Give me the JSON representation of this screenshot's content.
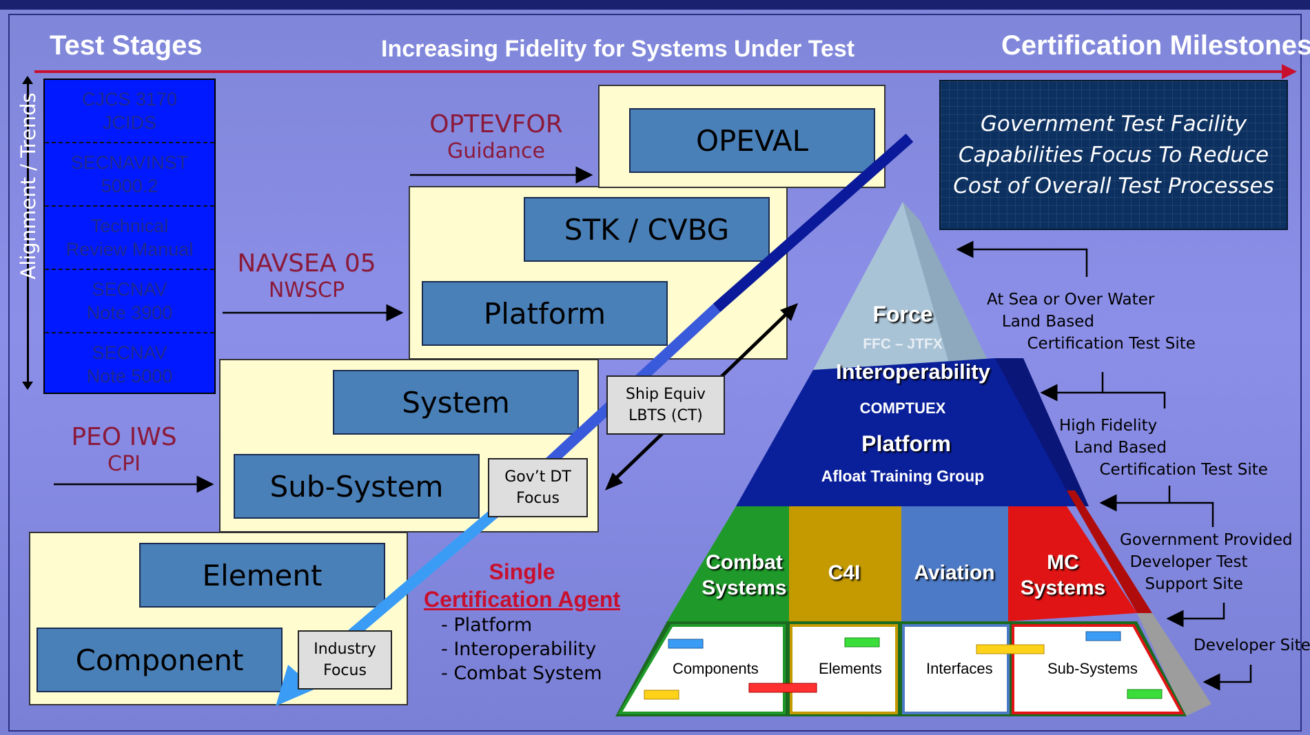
{
  "header": {
    "left": "Test Stages",
    "center": "Increasing Fidelity for Systems Under Test",
    "right": "Certification Milestones"
  },
  "side_label": "Alignment / Trends",
  "documents": [
    "CJCS 3170\nJCIDS",
    "SECNAVINST\n5000.2",
    "Technical\nReview Manual",
    "SECNAV\nNote 3900",
    "SECNAV\nNote 5000"
  ],
  "authorities": {
    "optevfor": {
      "line1": "OPTEVFOR",
      "line2": "Guidance"
    },
    "navsea": {
      "line1": "NAVSEA 05",
      "line2": "NWSCP"
    },
    "peo": {
      "line1": "PEO IWS",
      "line2": "CPI"
    }
  },
  "stages": {
    "opeval": "OPEVAL",
    "stk": "STK / CVBG",
    "platform": "Platform",
    "system": "System",
    "subsystem": "Sub-System",
    "element": "Element",
    "component": "Component"
  },
  "focus": {
    "ship": "Ship Equiv\nLBTS (CT)",
    "govdt": "Gov’t DT\nFocus",
    "industry": "Industry\nFocus"
  },
  "gtf_text": "Government Test Facility\nCapabilities Focus To Reduce\nCost of Overall Test Processes",
  "sca": {
    "line1": "Single",
    "line2": "Certification Agent",
    "items": [
      "- Platform",
      "- Interoperability",
      "- Combat System"
    ]
  },
  "pyramid": {
    "force": "Force",
    "ffc": "FFC – JTFX",
    "interop": "Interoperability",
    "comptuex": "COMPTUEX",
    "platform": "Platform",
    "atg": "Afloat Training Group",
    "combat": "Combat\nSystems",
    "c4i": "C4I",
    "aviation": "Aviation",
    "mc": "MC\nSystems",
    "components": "Components",
    "elements": "Elements",
    "interfaces": "Interfaces",
    "subsystems": "Sub-Systems"
  },
  "sites": {
    "sea": "At Sea or Over Water\n   Land Based\n        Certification Test Site",
    "hifi": "High Fidelity\n   Land Based\n        Certification Test Site",
    "gov": "Government Provided\n  Developer Test\n     Support Site",
    "dev": "Developer Site"
  },
  "colors": {
    "background": "#8a8fe6",
    "doc_box": "#0019ff",
    "stage_bg": "#fffdd0",
    "stage_box": "#4a80b8",
    "authority_text": "#8a1a3a",
    "sca_red": "#c8102e",
    "pyr_force": "#a9c3d6",
    "pyr_platform": "#0a1f9a",
    "pyr_combat": "#1f9a2a",
    "pyr_c4i": "#c49a00",
    "pyr_aviation": "#4d7ac6",
    "pyr_mc": "#e01414"
  }
}
